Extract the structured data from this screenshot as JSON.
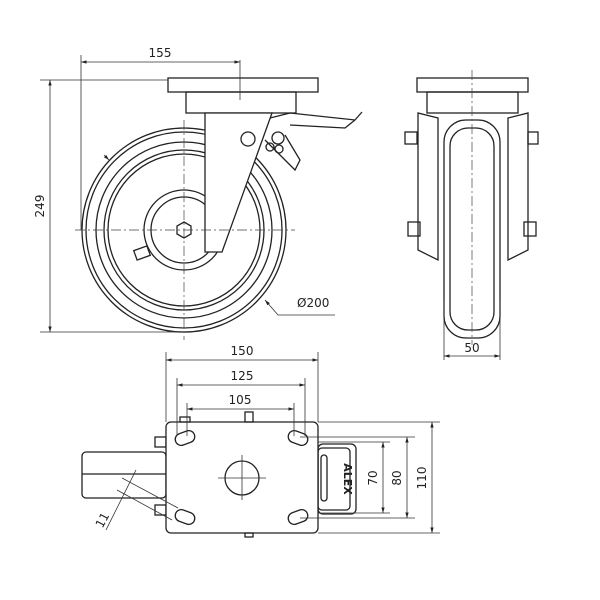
{
  "drawing": {
    "side_view": {
      "width_dim": "155",
      "height_dim": "249",
      "diameter_dim": "Ø200"
    },
    "front_view": {
      "wheel_width_dim": "50"
    },
    "top_view": {
      "plate_length_dim": "150",
      "hole_spacing_outer_dim": "125",
      "hole_spacing_inner_dim": "105",
      "hole_width_dim": "70",
      "hole_spacing_dim": "80",
      "plate_width_dim": "110",
      "slot_dim": "11",
      "brand": "ALEX"
    },
    "colors": {
      "line": "#222222",
      "background": "#ffffff"
    }
  }
}
